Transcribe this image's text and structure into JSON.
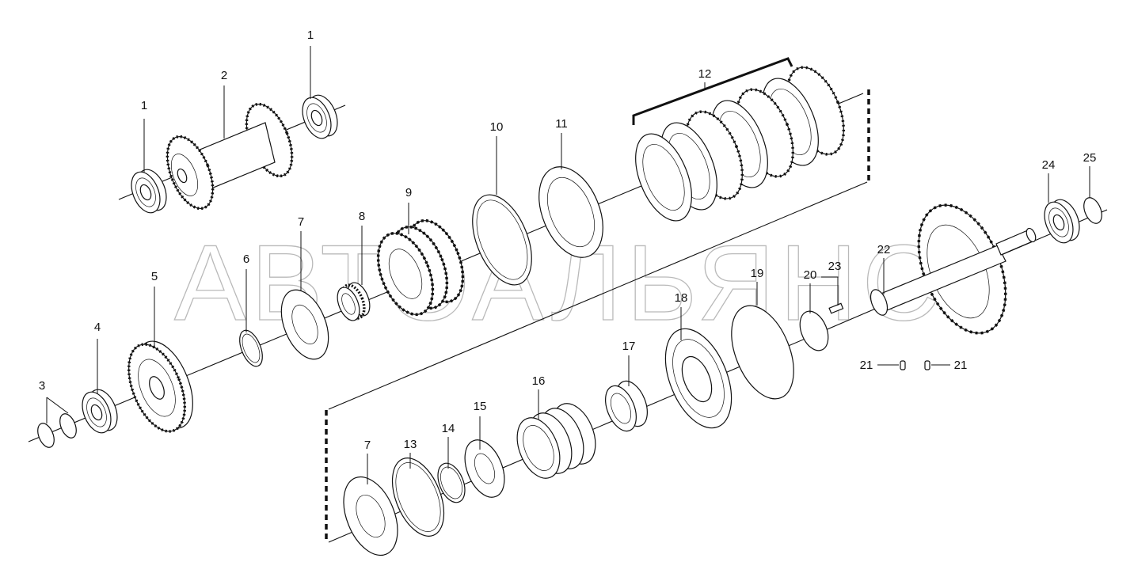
{
  "diagram": {
    "watermark": "АВТОАЛЬЯНС",
    "callouts": [
      {
        "id": "1-left",
        "text": "1"
      },
      {
        "id": "1-right",
        "text": "1"
      },
      {
        "id": "2",
        "text": "2"
      },
      {
        "id": "3",
        "text": "3"
      },
      {
        "id": "4",
        "text": "4"
      },
      {
        "id": "5",
        "text": "5"
      },
      {
        "id": "6",
        "text": "6"
      },
      {
        "id": "7-upper",
        "text": "7"
      },
      {
        "id": "7-lower",
        "text": "7"
      },
      {
        "id": "8",
        "text": "8"
      },
      {
        "id": "9",
        "text": "9"
      },
      {
        "id": "10",
        "text": "10"
      },
      {
        "id": "11",
        "text": "11"
      },
      {
        "id": "12",
        "text": "12"
      },
      {
        "id": "13",
        "text": "13"
      },
      {
        "id": "14",
        "text": "14"
      },
      {
        "id": "15",
        "text": "15"
      },
      {
        "id": "16",
        "text": "16"
      },
      {
        "id": "17",
        "text": "17"
      },
      {
        "id": "18",
        "text": "18"
      },
      {
        "id": "19",
        "text": "19"
      },
      {
        "id": "20",
        "text": "20"
      },
      {
        "id": "21-left",
        "text": "21"
      },
      {
        "id": "21-right",
        "text": "21"
      },
      {
        "id": "22",
        "text": "22"
      },
      {
        "id": "23",
        "text": "23"
      },
      {
        "id": "24",
        "text": "24"
      },
      {
        "id": "25",
        "text": "25"
      }
    ]
  }
}
